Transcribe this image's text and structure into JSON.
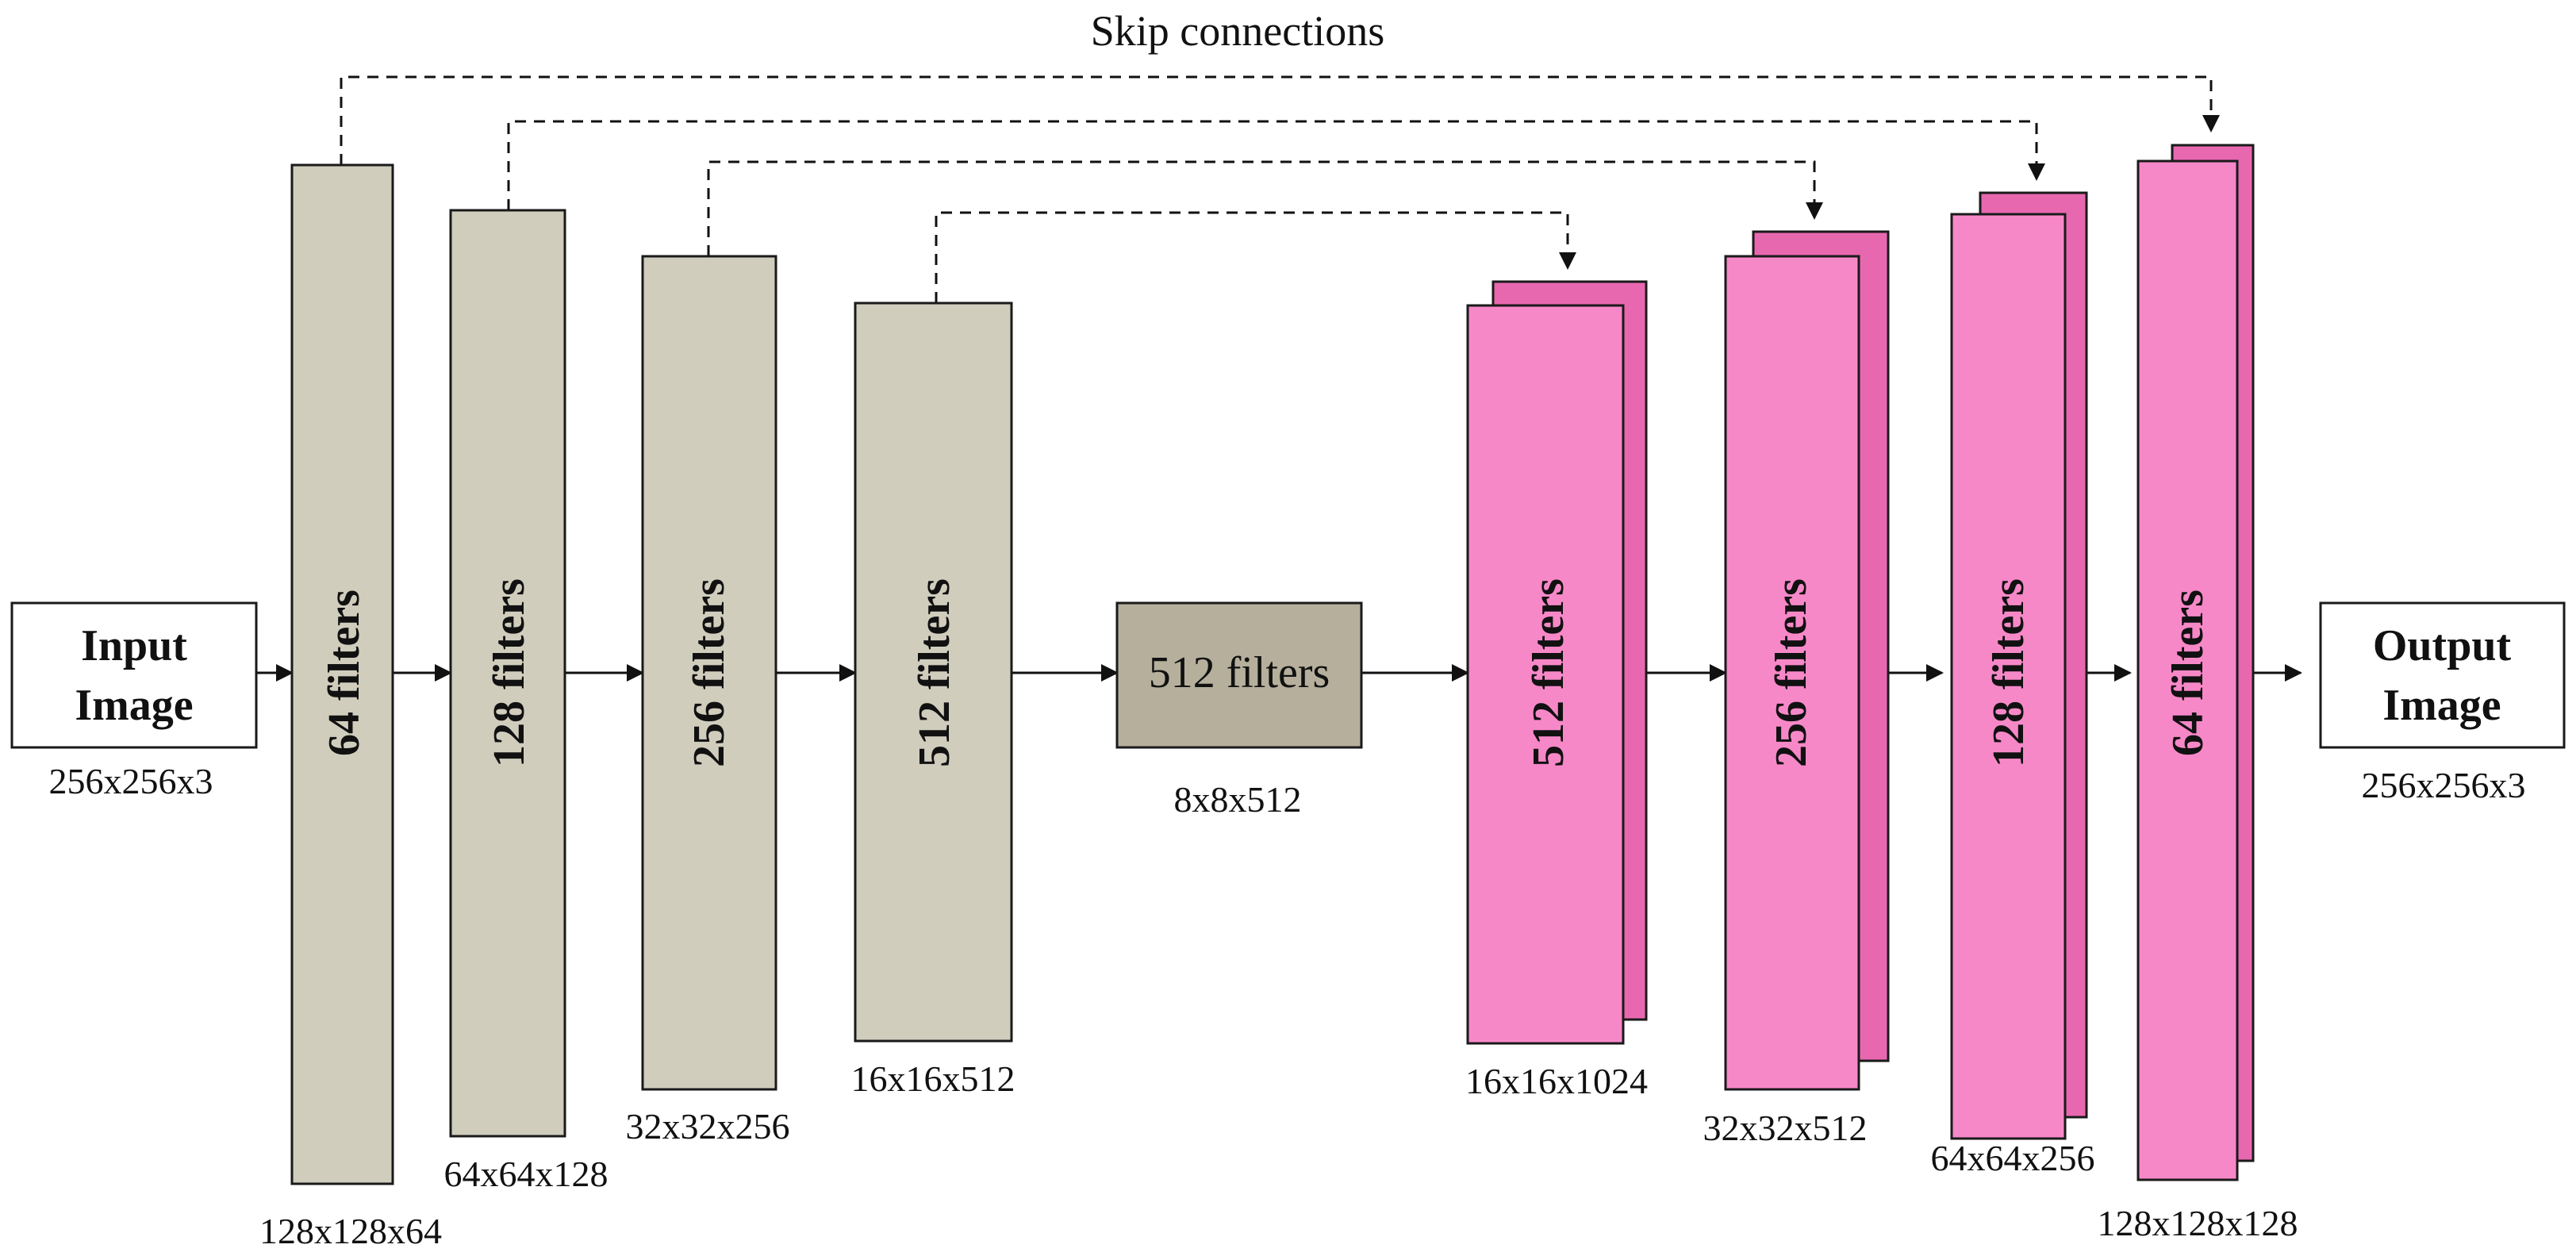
{
  "title": "Skip connections",
  "input": {
    "line1": "Input",
    "line2": "Image",
    "dims": "256x256x3"
  },
  "output": {
    "line1": "Output",
    "line2": "Image",
    "dims": "256x256x3"
  },
  "encoder": [
    {
      "label": "64 filters",
      "dims": "128x128x64"
    },
    {
      "label": "128 filters",
      "dims": "64x64x128"
    },
    {
      "label": "256 filters",
      "dims": "32x32x256"
    },
    {
      "label": "512 filters",
      "dims": "16x16x512"
    }
  ],
  "bottleneck": {
    "label": "512 filters",
    "dims": "8x8x512"
  },
  "decoder": [
    {
      "label": "512 filters",
      "dims": "16x16x1024"
    },
    {
      "label": "256 filters",
      "dims": "32x32x512"
    },
    {
      "label": "128 filters",
      "dims": "64x64x256"
    },
    {
      "label": "64 filters",
      "dims": "128x128x128"
    }
  ],
  "colors": {
    "encoder_fill": "#D0CDBD",
    "bottleneck_fill": "#B5AF9C",
    "decoder_front": "#F788C8",
    "decoder_back": "#E868B0",
    "stroke": "#1A1A1A"
  }
}
